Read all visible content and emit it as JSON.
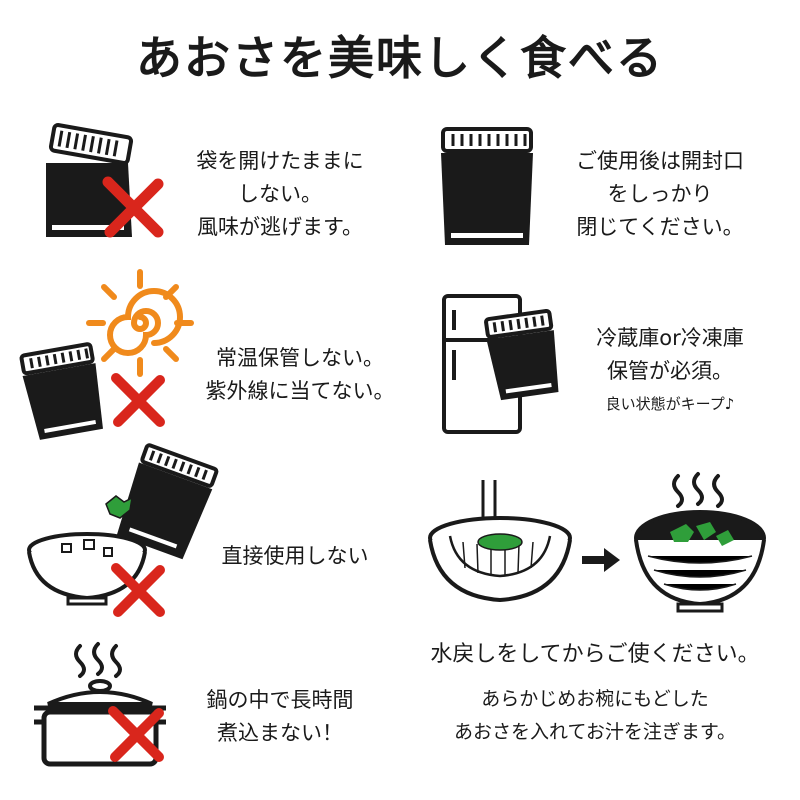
{
  "title": "あおさを美味しく食べる",
  "colors": {
    "cross": "#d9261c",
    "ink": "#1a1a1a",
    "sun": "#f08a1c",
    "seaweed": "#2f9e3a"
  },
  "icons": [
    "open-pouch-icon",
    "closed-pouch-icon",
    "sun-icon",
    "pouch-icon",
    "refrigerator-icon",
    "soup-bowl-icon",
    "strainer-icon",
    "arrow-right-icon",
    "steaming-bowl-icon",
    "pot-icon",
    "cross-mark-icon"
  ],
  "tips": {
    "open_pouch": {
      "lines": [
        "袋を開けたままに",
        "しない。",
        "風味が逃げます。"
      ]
    },
    "close_seal": {
      "lines": [
        "ご使用後は開封口",
        "をしっかり",
        "閉じてください。"
      ]
    },
    "room_temp": {
      "lines": [
        "常温保管しない。",
        "紫外線に当てない。"
      ]
    },
    "fridge": {
      "lines": [
        "冷蔵庫or冷凍庫",
        "保管が必須。"
      ],
      "note": "良い状態がキープ♪"
    },
    "direct_use": {
      "lines": [
        "直接使用しない"
      ]
    },
    "rehydrate": {
      "heading": "水戻しをしてからご使ください。",
      "lines": [
        "あらかじめお椀にもどした",
        "あおさを入れてお汁を注ぎます。"
      ]
    },
    "boil": {
      "lines": [
        "鍋の中で長時間",
        "煮込まない！"
      ]
    }
  }
}
